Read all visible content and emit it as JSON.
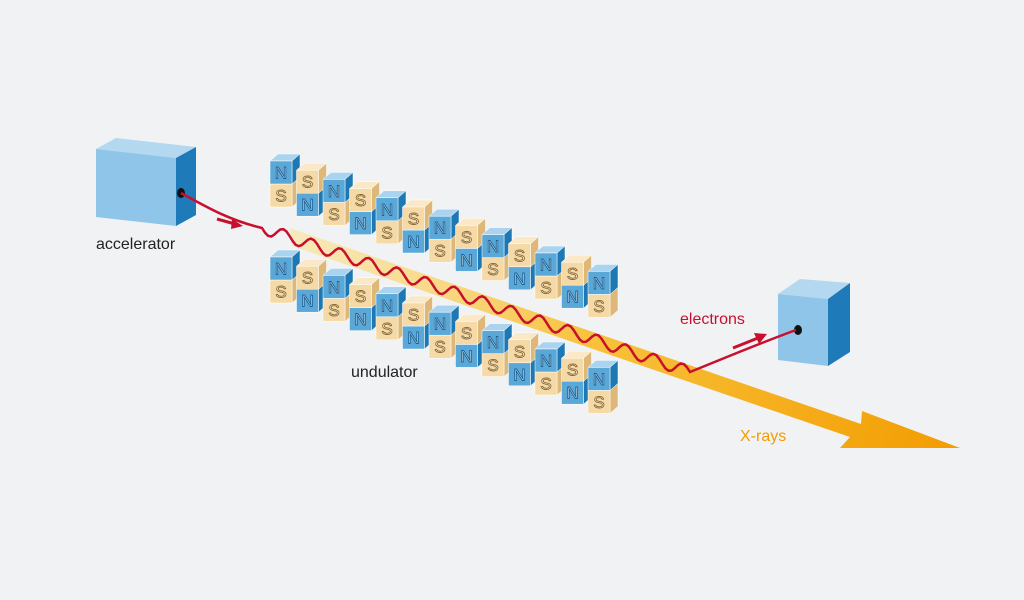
{
  "labels": {
    "accelerator": "accelerator",
    "undulator": "undulator",
    "electrons": "electrons",
    "xrays": "X-rays"
  },
  "magnet_letters": {
    "north": "N",
    "south": "S"
  },
  "colors": {
    "background": "#f1f2f4",
    "magnet_north": "#5aa8d8",
    "magnet_south": "#f5d9a6",
    "electron_beam": "#c8102e",
    "xray_beam": "#f39c00",
    "accelerator_box": "#8ec5e8",
    "label_text": "#222222"
  },
  "icons": {
    "accelerator": "accelerator-box-icon",
    "detector": "target-box-icon",
    "magnet": "magnet-block-icon"
  }
}
